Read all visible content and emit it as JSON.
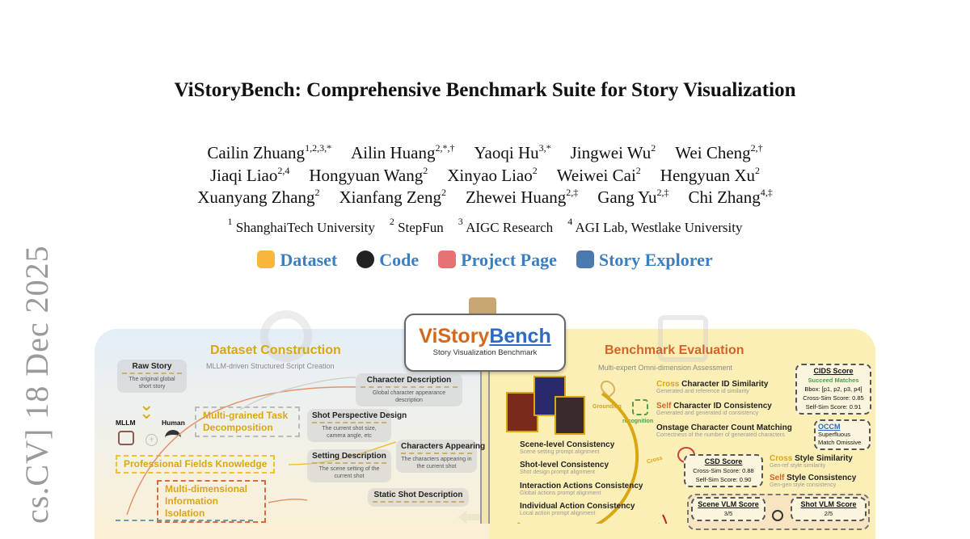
{
  "title": "ViStoryBench: Comprehensive Benchmark Suite for Story Visualization",
  "authors": [
    [
      {
        "name": "Cailin Zhuang",
        "sup": "1,2,3,*"
      },
      {
        "name": "Ailin Huang",
        "sup": "2,*,†"
      },
      {
        "name": "Yaoqi Hu",
        "sup": "3,*"
      },
      {
        "name": "Jingwei Wu",
        "sup": "2"
      },
      {
        "name": "Wei Cheng",
        "sup": "2,†"
      }
    ],
    [
      {
        "name": "Jiaqi Liao",
        "sup": "2,4"
      },
      {
        "name": "Hongyuan Wang",
        "sup": "2"
      },
      {
        "name": "Xinyao Liao",
        "sup": "2"
      },
      {
        "name": "Weiwei Cai",
        "sup": "2"
      },
      {
        "name": "Hengyuan Xu",
        "sup": "2"
      }
    ],
    [
      {
        "name": "Xuanyang Zhang",
        "sup": "2"
      },
      {
        "name": "Xianfang Zeng",
        "sup": "2"
      },
      {
        "name": "Zhewei Huang",
        "sup": "2,‡"
      },
      {
        "name": "Gang Yu",
        "sup": "2,‡"
      },
      {
        "name": "Chi Zhang",
        "sup": "4,‡"
      }
    ]
  ],
  "affiliations": [
    {
      "n": "1",
      "name": "ShanghaiTech University"
    },
    {
      "n": "2",
      "name": "StepFun"
    },
    {
      "n": "3",
      "name": "AIGC Research"
    },
    {
      "n": "4",
      "name": "AGI Lab, Westlake University"
    }
  ],
  "links": [
    {
      "label": "Dataset",
      "icon": "hugging-face-icon"
    },
    {
      "label": "Code",
      "icon": "github-icon"
    },
    {
      "label": "Project Page",
      "icon": "home-icon"
    },
    {
      "label": "Story Explorer",
      "icon": "explorer-icon"
    }
  ],
  "arxiv_side": "cs.CV]   18 Dec 2025",
  "figure": {
    "logo": {
      "title_a": "ViStory",
      "title_b": "Bench",
      "subtitle": "Story Visualization Benchmark"
    },
    "left": {
      "title": "Dataset Construction",
      "subtitle": "MLLM-driven Structured Script Creation",
      "raw_story": {
        "title": "Raw Story",
        "desc": "The original global short story"
      },
      "mllm": "MLLM",
      "human": "Human",
      "task_decomp": "Multi-grained Task Decomposition",
      "knowledge": "Professional Fields Knowledge",
      "isolation": "Multi-dimensional Information Isolation",
      "cards": [
        {
          "title": "Character Description",
          "desc": "Global character appearance description"
        },
        {
          "title": "Shot Perspective Design",
          "desc": "The current shot size, camera angle, etc"
        },
        {
          "title": "Characters Appearing",
          "desc": "The characters appearing in the current shot"
        },
        {
          "title": "Setting Description",
          "desc": "The scene setting of the current shot"
        },
        {
          "title": "Static Shot Description",
          "desc": ""
        }
      ]
    },
    "right": {
      "title": "Benchmark Evaluation",
      "subtitle": "Multi-expert Omni-dimension Assessment",
      "grounding": "Grounding",
      "recognition": "recognition",
      "cross_arrow": "Cross",
      "metrics_left": [
        {
          "title": "Scene-level Consistency",
          "desc": "Scene setting prompt alignment"
        },
        {
          "title": "Shot-level Consistency",
          "desc": "Shot design prompt alignment"
        },
        {
          "title": "Interaction Actions Consistency",
          "desc": "Global actions prompt alignment"
        },
        {
          "title": "Individual Action Consistency",
          "desc": "Local action prompt alignment"
        }
      ],
      "metrics_id": [
        {
          "prefix": "Cross",
          "title": " Character ID Similarity",
          "desc": "Generated and reference id similarity"
        },
        {
          "prefix": "Self",
          "title": " Character ID Consistency",
          "desc": "Generated and generated id consistency"
        },
        {
          "prefix": "",
          "title": "Onstage Character Count Matching",
          "desc": "Correctness of the number of generated characters"
        }
      ],
      "metrics_style": [
        {
          "prefix": "Cross",
          "title": " Style Similarity",
          "desc": "Gen-ref style similarity"
        },
        {
          "prefix": "Self",
          "title": " Style Consistency",
          "desc": "Gen-gen style consistency"
        }
      ],
      "cids": {
        "title": "CIDS Score",
        "status": "Succeed Matches",
        "bbox": "Bbox: [p1, p2, p3, p4]",
        "cross": "Cross-Sim Score: 0.85",
        "self": "Self-Sim Score: 0.91"
      },
      "occm": {
        "title": "OCCM",
        "a": "Superfluous",
        "b": "Match Omissive"
      },
      "csd": {
        "title": "CSD Score",
        "cross": "Cross-Sim Score: 0.88",
        "self": "Self-Sim Score: 0.90"
      },
      "scene_vlm": {
        "title": "Scene VLM Score",
        "value": "3/5"
      },
      "shot_vlm": {
        "title": "Shot VLM Score",
        "value": "2/5"
      }
    }
  }
}
